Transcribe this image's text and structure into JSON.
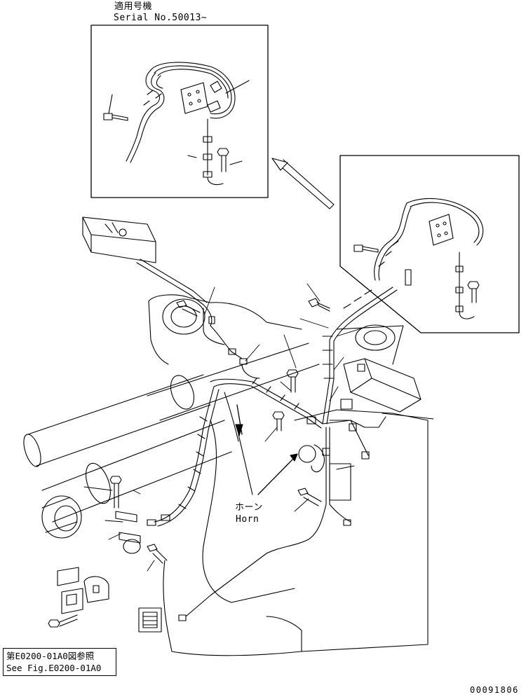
{
  "inset_header": {
    "applicable_label": "適用号機",
    "serial_label": "Serial No.50013~"
  },
  "horn_callout": {
    "japanese": "ホーン",
    "english": "Horn"
  },
  "reference_note": {
    "japanese": "第E0200-01A0図参照",
    "english": "See Fig.E0200-01A0"
  },
  "drawing_number": "00091806",
  "colors": {
    "ink": "#000000",
    "paper": "#ffffff"
  }
}
